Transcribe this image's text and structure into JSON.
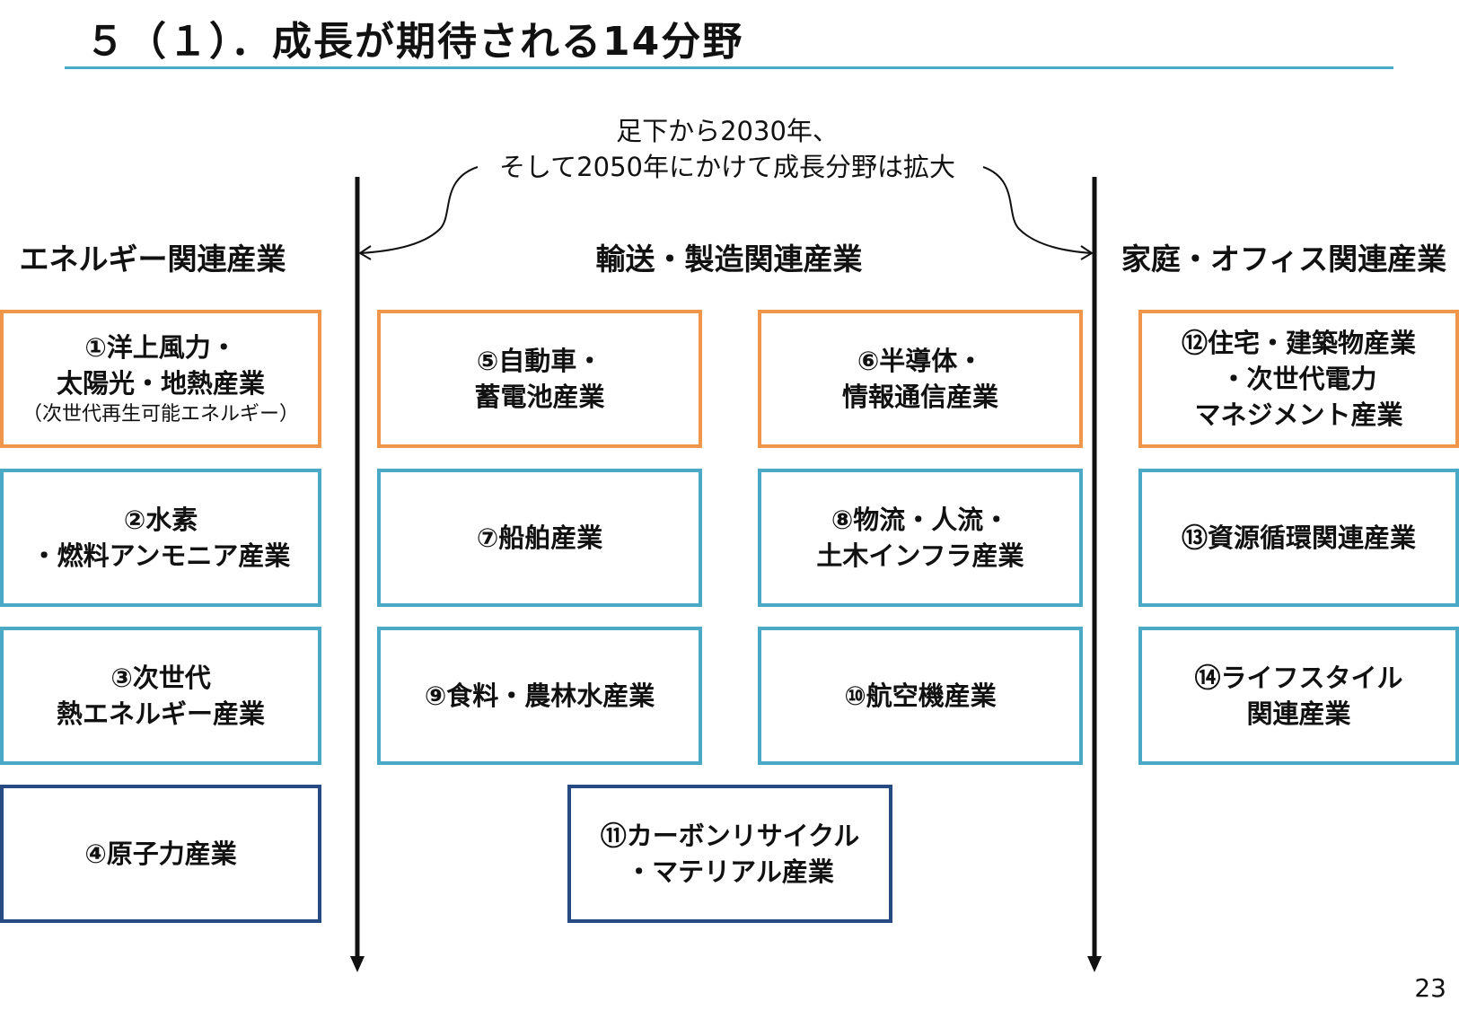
{
  "title": "５（１）．成長が期待される14分野",
  "caption": {
    "line1": "足下から2030年、",
    "line2": "そして2050年にかけて成長分野は拡大"
  },
  "columns": {
    "energy": "エネルギー関連産業",
    "transport": "輸送・製造関連産業",
    "home": "家庭・オフィス関連産業"
  },
  "fields": {
    "f1": {
      "line1": "①洋上風力・",
      "line2": "太陽光・地熱産業",
      "note": "（次世代再生可能エネルギー）"
    },
    "f2": {
      "line1": "②水素",
      "line2": "・燃料アンモニア産業"
    },
    "f3": {
      "line1": "③次世代",
      "line2": "熱エネルギー産業"
    },
    "f4": {
      "line1": "④原子力産業"
    },
    "f5": {
      "line1": "⑤自動車・",
      "line2": "蓄電池産業"
    },
    "f6": {
      "line1": "⑥半導体・",
      "line2": "情報通信産業"
    },
    "f7": {
      "line1": "⑦船舶産業"
    },
    "f8": {
      "line1": "⑧物流・人流・",
      "line2": "土木インフラ産業"
    },
    "f9": {
      "line1": "⑨食料・農林水産業"
    },
    "f10": {
      "line1": "⑩航空機産業"
    },
    "f11": {
      "line1": "⑪カーボンリサイクル",
      "line2": "・マテリアル産業"
    },
    "f12": {
      "line1": "⑫住宅・建築物産業",
      "line2": "・次世代電力",
      "line3": "マネジメント産業"
    },
    "f13": {
      "line1": "⑬資源循環関連産業"
    },
    "f14": {
      "line1": "⑭ライフスタイル",
      "line2": "関連産業"
    }
  },
  "colors": {
    "orange": "#f0964a",
    "blue": "#4aa9c4",
    "navy": "#264a82",
    "title_rule": "#4aa9c4"
  },
  "page_number": "23"
}
